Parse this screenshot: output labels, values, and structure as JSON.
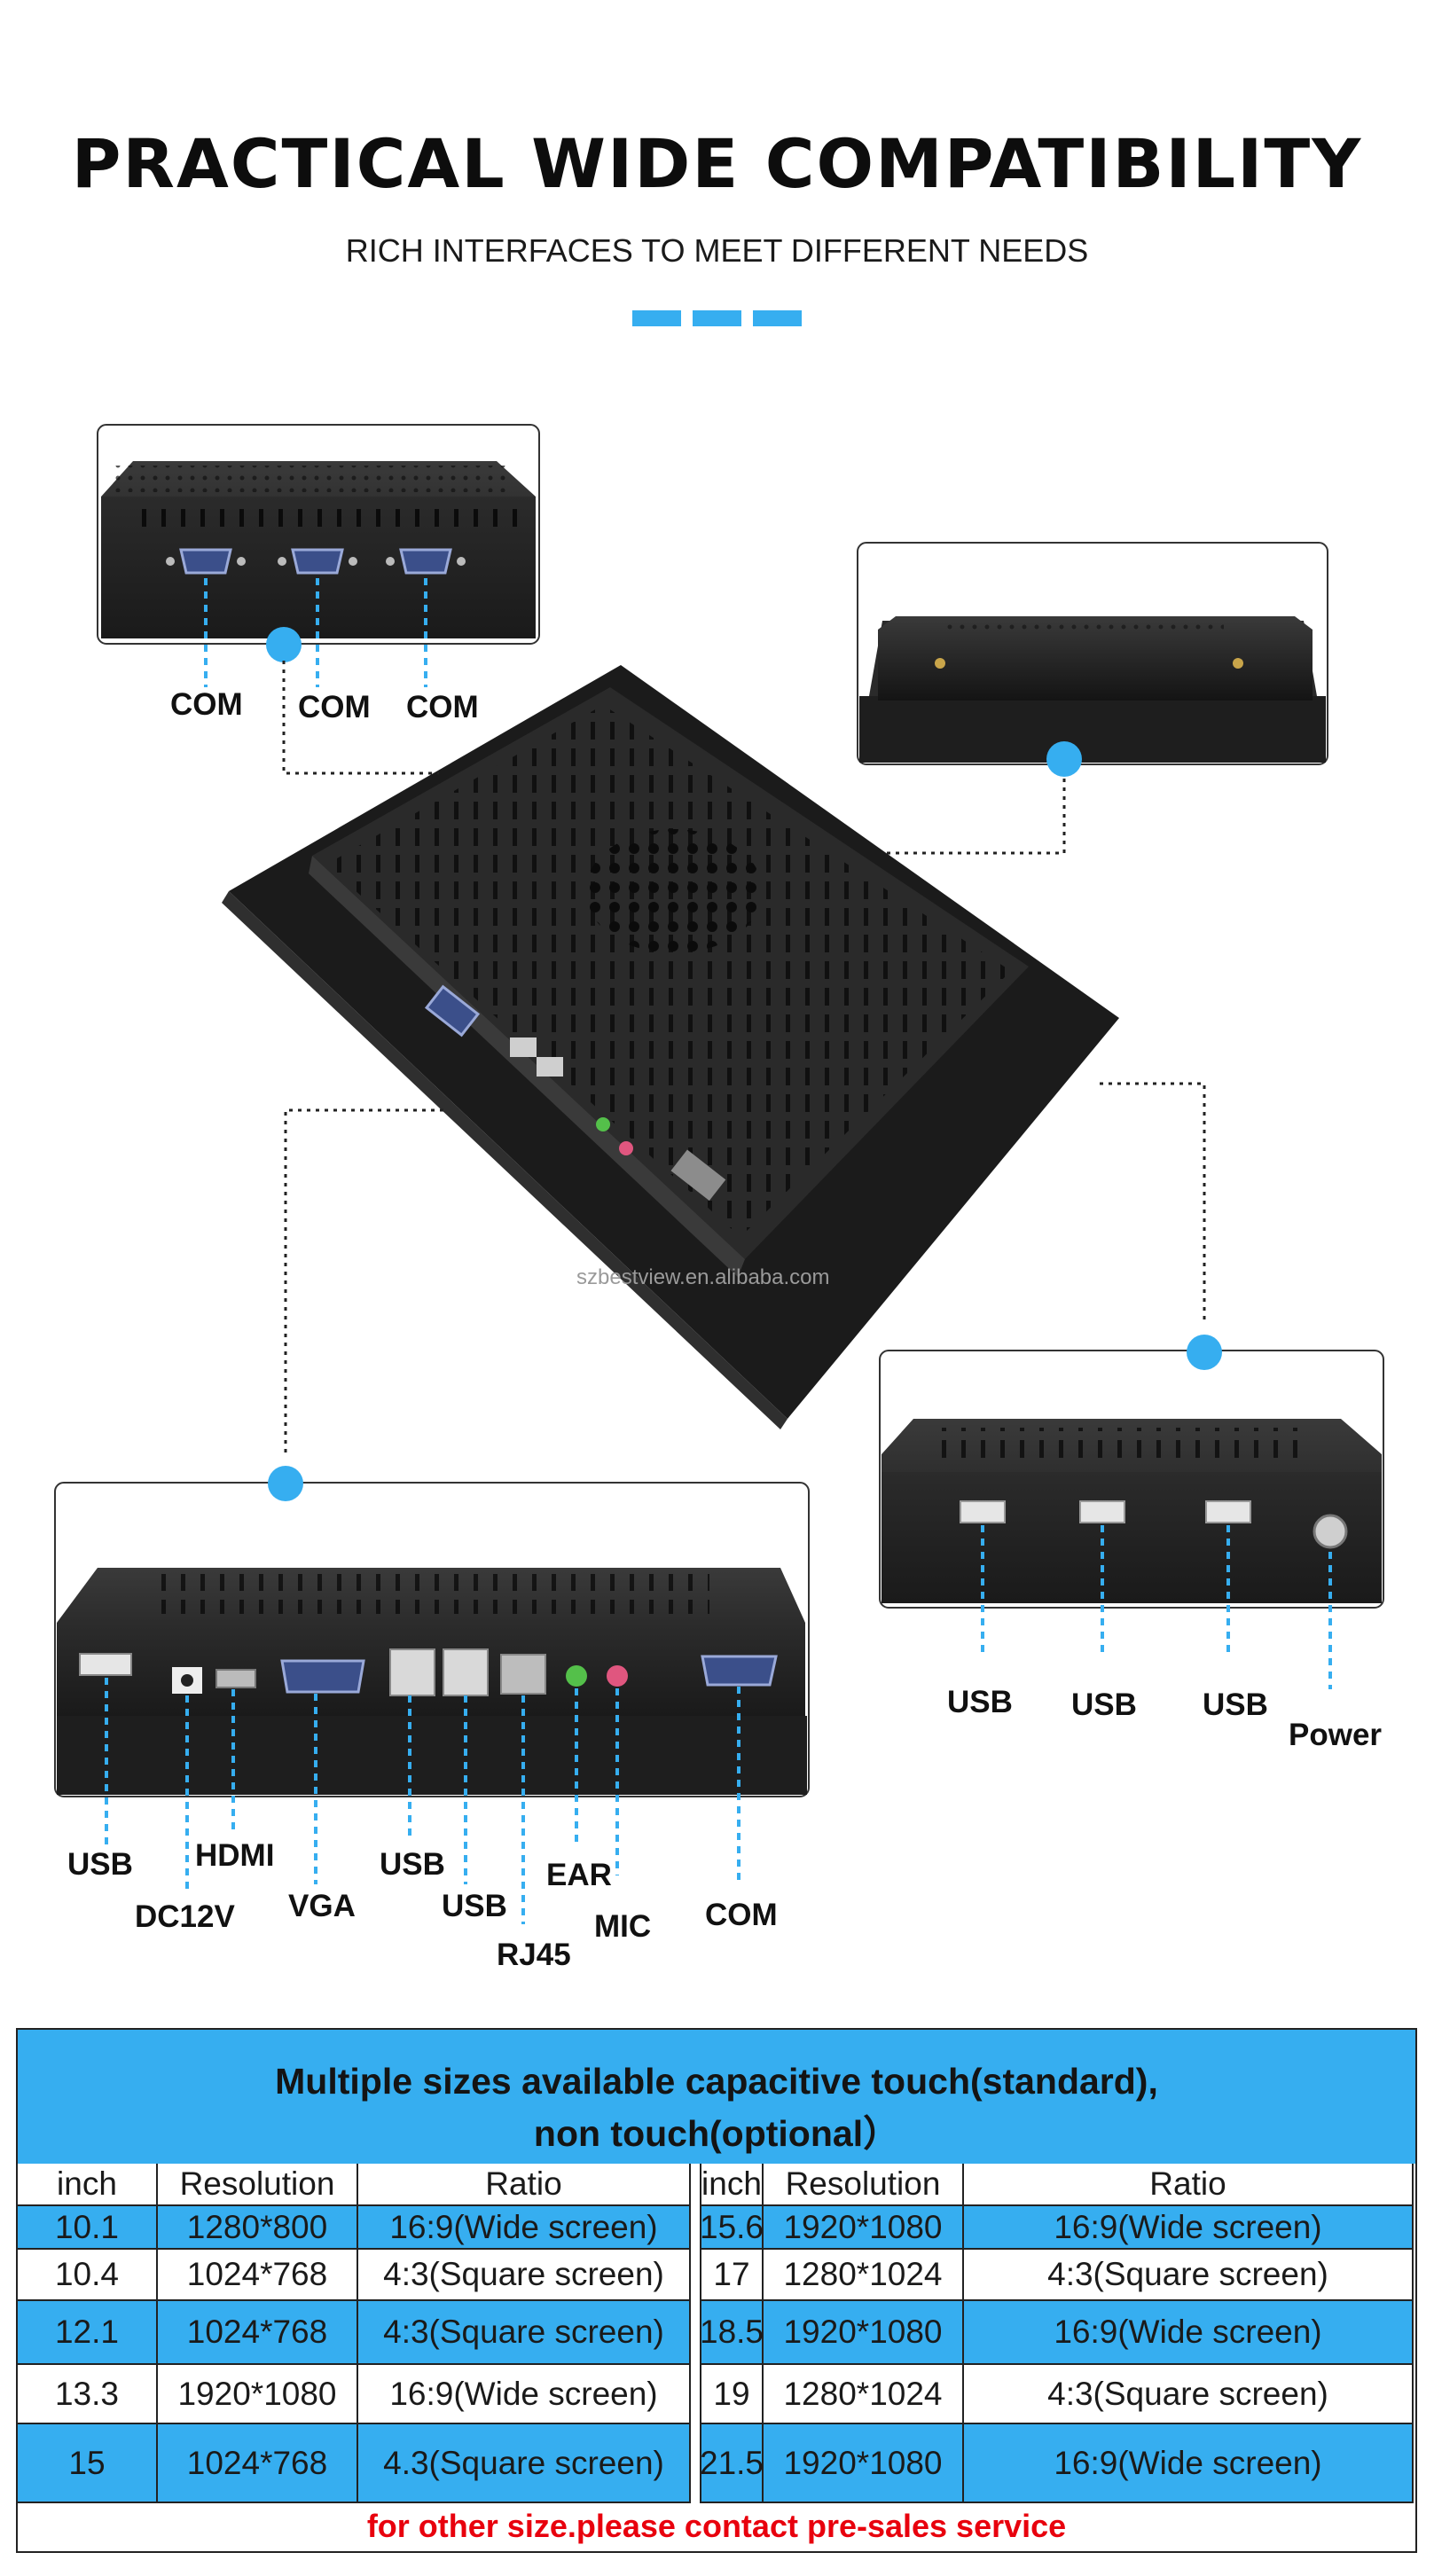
{
  "header": {
    "title": "PRACTICAL WIDE COMPATIBILITY",
    "subtitle": "RICH INTERFACES TO MEET DIFFERENT NEEDS"
  },
  "watermark": "szbestview.en.alibaba.com",
  "callouts": {
    "top_left": [
      "COM",
      "COM",
      "COM"
    ],
    "right_bottom": [
      "USB",
      "USB",
      "USB",
      "Power"
    ],
    "bottom": {
      "usb1": "USB",
      "dc": "DC12V",
      "hdmi": "HDMI",
      "vga": "VGA",
      "usb2": "USB",
      "usb3": "USB",
      "rj45": "RJ45",
      "ear": "EAR",
      "mic": "MIC",
      "com": "COM"
    }
  },
  "colors": {
    "accent": "#36aef0",
    "contact": "#e8000d"
  },
  "table": {
    "heading_line1": "Multiple sizes available capacitive touch(standard),",
    "heading_line2": "non touch(optional）",
    "columns": [
      "inch",
      "Resolution",
      "Ratio",
      "inch",
      "Resolution",
      "Ratio"
    ],
    "rows": [
      [
        "10.1",
        "1280*800",
        "16:9(Wide screen)",
        "15.6",
        "1920*1080",
        "16:9(Wide screen)"
      ],
      [
        "10.4",
        "1024*768",
        "4:3(Square screen)",
        "17",
        "1280*1024",
        "4:3(Square screen)"
      ],
      [
        "12.1",
        "1024*768",
        "4:3(Square screen)",
        "18.5",
        "1920*1080",
        "16:9(Wide screen)"
      ],
      [
        "13.3",
        "1920*1080",
        "16:9(Wide screen)",
        "19",
        "1280*1024",
        "4:3(Square screen)"
      ],
      [
        "15",
        "1024*768",
        "4.3(Square screen)",
        "21.5",
        "1920*1080",
        "16:9(Wide screen)"
      ]
    ],
    "contact": "for other size.please contact pre-sales service"
  }
}
